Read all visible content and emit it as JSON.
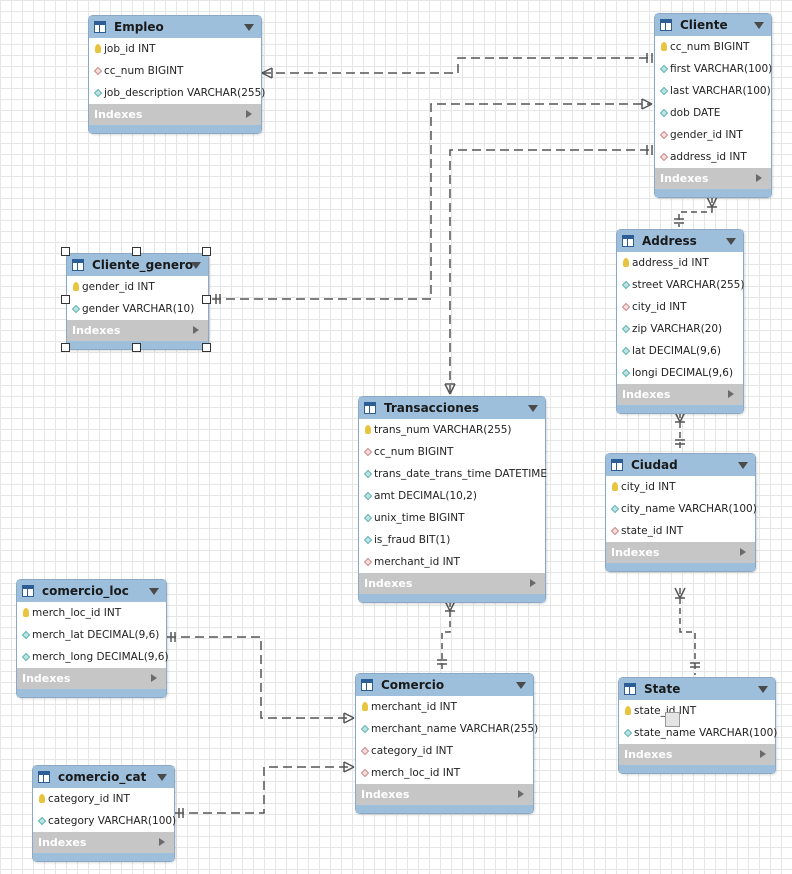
{
  "diagram": {
    "indexes_label": "Indexes",
    "tables": {
      "empleo": {
        "name": "Empleo",
        "columns": [
          {
            "text": "job_id INT",
            "kind": "pk"
          },
          {
            "text": "cc_num BIGINT",
            "kind": "fk"
          },
          {
            "text": "job_description VARCHAR(255)",
            "kind": "att"
          }
        ]
      },
      "cliente": {
        "name": "Cliente",
        "columns": [
          {
            "text": "cc_num BIGINT",
            "kind": "pk"
          },
          {
            "text": "first VARCHAR(100)",
            "kind": "att"
          },
          {
            "text": "last VARCHAR(100)",
            "kind": "att"
          },
          {
            "text": "dob DATE",
            "kind": "att"
          },
          {
            "text": "gender_id INT",
            "kind": "fk"
          },
          {
            "text": "address_id INT",
            "kind": "fk"
          }
        ]
      },
      "cliente_genero": {
        "name": "Cliente_genero",
        "columns": [
          {
            "text": "gender_id INT",
            "kind": "pk"
          },
          {
            "text": "gender VARCHAR(10)",
            "kind": "att"
          }
        ]
      },
      "address": {
        "name": "Address",
        "columns": [
          {
            "text": "address_id INT",
            "kind": "pk"
          },
          {
            "text": "street VARCHAR(255)",
            "kind": "att"
          },
          {
            "text": "city_id INT",
            "kind": "fk"
          },
          {
            "text": "zip VARCHAR(20)",
            "kind": "att"
          },
          {
            "text": "lat DECIMAL(9,6)",
            "kind": "att"
          },
          {
            "text": "longi DECIMAL(9,6)",
            "kind": "att"
          }
        ]
      },
      "transacciones": {
        "name": "Transacciones",
        "columns": [
          {
            "text": "trans_num VARCHAR(255)",
            "kind": "pk"
          },
          {
            "text": "cc_num BIGINT",
            "kind": "fk"
          },
          {
            "text": "trans_date_trans_time DATETIME",
            "kind": "att"
          },
          {
            "text": "amt DECIMAL(10,2)",
            "kind": "att"
          },
          {
            "text": "unix_time BIGINT",
            "kind": "att"
          },
          {
            "text": "is_fraud BIT(1)",
            "kind": "att"
          },
          {
            "text": "merchant_id INT",
            "kind": "fk"
          }
        ]
      },
      "ciudad": {
        "name": "Ciudad",
        "columns": [
          {
            "text": "city_id INT",
            "kind": "pk"
          },
          {
            "text": "city_name VARCHAR(100)",
            "kind": "att"
          },
          {
            "text": "state_id INT",
            "kind": "fk"
          }
        ]
      },
      "comercio_loc": {
        "name": "comercio_loc",
        "columns": [
          {
            "text": "merch_loc_id INT",
            "kind": "pk"
          },
          {
            "text": "merch_lat DECIMAL(9,6)",
            "kind": "att"
          },
          {
            "text": "merch_long DECIMAL(9,6)",
            "kind": "att"
          }
        ]
      },
      "comercio": {
        "name": "Comercio",
        "columns": [
          {
            "text": "merchant_id INT",
            "kind": "pk"
          },
          {
            "text": "merchant_name VARCHAR(255)",
            "kind": "att"
          },
          {
            "text": "category_id INT",
            "kind": "fk"
          },
          {
            "text": "merch_loc_id INT",
            "kind": "fk"
          }
        ]
      },
      "state": {
        "name": "State",
        "columns": [
          {
            "text": "state_id INT",
            "kind": "pk"
          },
          {
            "text": "state_name VARCHAR(100)",
            "kind": "att"
          }
        ]
      },
      "comercio_cat": {
        "name": "comercio_cat",
        "columns": [
          {
            "text": "category_id INT",
            "kind": "pk"
          },
          {
            "text": "category VARCHAR(100)",
            "kind": "att"
          }
        ]
      }
    },
    "colors": {
      "header": "#9dbfdc",
      "indexes_bar": "#c6c6c6",
      "primary_key": "#e8c541",
      "attribute": "#5fb3b3",
      "foreign_key": "#c98a8a",
      "connector": "#555555"
    }
  }
}
